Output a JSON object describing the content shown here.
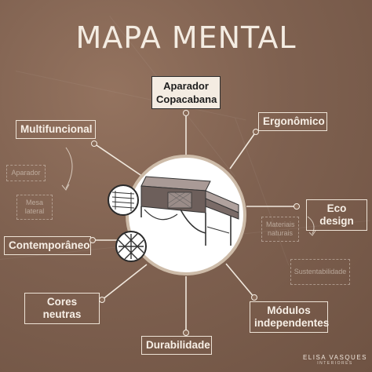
{
  "title": "MAPA MENTAL",
  "center": {
    "name": "Aparador Copacabana"
  },
  "branches": {
    "multifuncional": "Multifuncional",
    "ergonomico": "Ergonômico",
    "eco_design": "Eco design",
    "contemporaneo": "Contemporâneo",
    "cores_neutras": "Cores neutras",
    "modulos": "Módulos independentes",
    "durabilidade": "Durabilidade"
  },
  "sub_notes": {
    "aparador": "Aparador",
    "mesa_lateral": "Mesa lateral",
    "materiais_naturais": "Materiais naturais",
    "sustentabilidade": "Sustentabilidade"
  },
  "brand": {
    "name": "ELISA VASQUES",
    "subtitle": "INTERIORES"
  },
  "colors": {
    "background": "#7f6150",
    "node_border": "#eee3d6",
    "top_fill": "#f4ece2",
    "ring": "#cdbba8"
  }
}
